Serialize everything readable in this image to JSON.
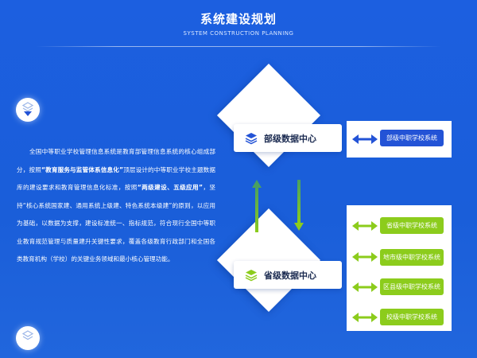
{
  "header": {
    "title": "系统建设规划",
    "subtitle": "SYSTEM CONSTRUCTION PLANNING"
  },
  "description": {
    "p1_a": "全国中等职业学校管理信息系统是教育部管理信息系统的核心组成部分，",
    "p1_b": "按照",
    "p1_b_bold": "“教育服务与监管体系信息化”",
    "p1_c": "顶层设计的中等职业学校主题数据库的建设要求和教育管理信息化标准，按照",
    "p1_c_bold": "“两级建设、五级应用”",
    "p1_d": "，坚持“核心系统国家建、通用系统上级建、特色系统本级建”的原则，以应用为基础，以数据为支撑，建设标准统一、指标规范，符合现行全国中等职业教育规范管理与质量建升关键性要求，覆盖各级教育行政部门和全国各类教育机构（学校）的关键业务领域和最小核心管理功能。"
  },
  "diagram": {
    "top_center": "部级数据中心",
    "bottom_center": "省级数据中心",
    "blue_systems": [
      "部级中职学校系统"
    ],
    "green_systems": [
      "省级中职学校系统",
      "地市级中职学校系统",
      "区县级中职学校系统",
      "校级中职学校系统"
    ],
    "colors": {
      "blue": "#2353d6",
      "green": "#8ccc1c",
      "background": "#1c5fe0"
    },
    "icons": {
      "top": "layers-icon",
      "bottom": "layers-icon"
    }
  }
}
